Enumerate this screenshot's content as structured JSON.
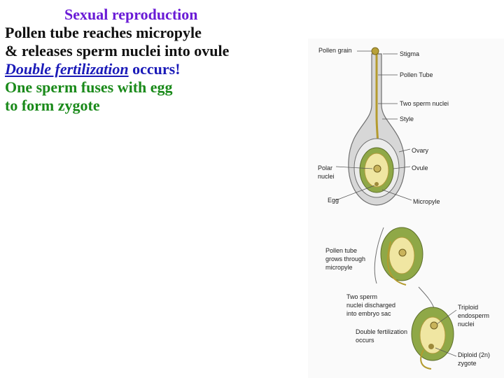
{
  "heading": "Sexual reproduction",
  "lines": [
    "Pollen tube reaches micropyle",
    "& releases sperm nuclei into ovule"
  ],
  "double_fertilization": {
    "term": "Double fertilization",
    "rest": " occurs!"
  },
  "green_lines": [
    "One sperm fuses with egg",
    "to form zygote"
  ],
  "diagram_labels": {
    "pollen_grain": "Pollen grain",
    "stigma": "Stigma",
    "pollen_tube": "Pollen Tube",
    "two_sperm_nuclei": "Two sperm nuclei",
    "style": "Style",
    "ovary": "Ovary",
    "ovule": "Ovule",
    "polar_nuclei": [
      "Polar",
      "nuclei"
    ],
    "egg": "Egg",
    "micropyle": "Micropyle",
    "tube_grows": [
      "Pollen tube",
      "grows through",
      "micropyle"
    ],
    "sperm_discharged": [
      "Two sperm",
      "nuclei discharged",
      "into embryo sac"
    ],
    "double_fert_occurs": [
      "Double fertilization",
      "occurs"
    ],
    "triploid": [
      "Triploid",
      "endosperm",
      "nuclei"
    ],
    "diploid": [
      "Diploid (2n)",
      "zygote"
    ]
  },
  "colors": {
    "heading": "#6a1bd6",
    "body": "#111111",
    "term": "#1a1ab8",
    "green": "#1a8a1a"
  }
}
